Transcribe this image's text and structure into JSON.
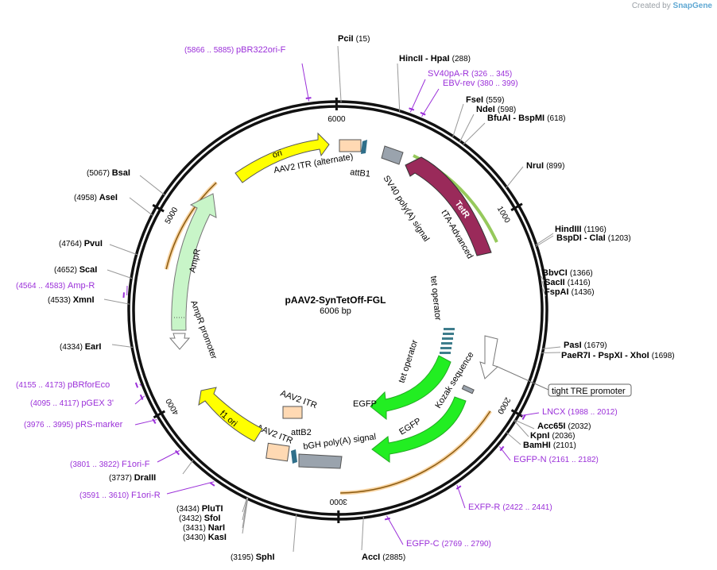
{
  "credit": {
    "prefix": "Created by",
    "brand": "SnapGene"
  },
  "plasmid": {
    "name": "pAAV2-SynTetOff-FGL",
    "size": "6006 bp",
    "length": 6006
  },
  "ticks": [
    {
      "pos": 1000,
      "label": "1000"
    },
    {
      "pos": 2000,
      "label": "2000"
    },
    {
      "pos": 3000,
      "label": "3000"
    },
    {
      "pos": 4000,
      "label": "4000"
    },
    {
      "pos": 5000,
      "label": "5000"
    },
    {
      "pos": 6000,
      "label": "6000"
    }
  ],
  "enzymes": [
    {
      "name": "PciI",
      "pos": "(15)",
      "loc": 15
    },
    {
      "name": "HincII - HpaI",
      "pos": "(288)",
      "loc": 288
    },
    {
      "name": "FseI",
      "pos": "(559)",
      "loc": 559
    },
    {
      "name": "NdeI",
      "pos": "(598)",
      "loc": 598
    },
    {
      "name": "BfuAI - BspMI",
      "pos": "(618)",
      "loc": 618
    },
    {
      "name": "NruI",
      "pos": "(899)",
      "loc": 899
    },
    {
      "name": "HindIII",
      "pos": "(1196)",
      "loc": 1196
    },
    {
      "name": "BspDI - ClaI",
      "pos": "(1203)",
      "loc": 1203
    },
    {
      "name": "BbvCI",
      "pos": "(1366)",
      "loc": 1366
    },
    {
      "name": "SacII",
      "pos": "(1416)",
      "loc": 1416
    },
    {
      "name": "FspAI",
      "pos": "(1436)",
      "loc": 1436
    },
    {
      "name": "PasI",
      "pos": "(1679)",
      "loc": 1679
    },
    {
      "name": "PaeR7I - PspXI - XhoI",
      "pos": "(1698)",
      "loc": 1698
    },
    {
      "name": "Acc65I",
      "pos": "(2032)",
      "loc": 2032
    },
    {
      "name": "KpnI",
      "pos": "(2036)",
      "loc": 2036
    },
    {
      "name": "BamHI",
      "pos": "(2101)",
      "loc": 2101
    },
    {
      "name": "AccI",
      "pos": "(2885)",
      "loc": 2885
    },
    {
      "name": "SphI",
      "pos": "(3195)",
      "loc": 3195
    },
    {
      "name": "KasI",
      "pos": "(3430)",
      "loc": 3430
    },
    {
      "name": "NarI",
      "pos": "(3431)",
      "loc": 3431
    },
    {
      "name": "SfoI",
      "pos": "(3432)",
      "loc": 3432
    },
    {
      "name": "PluTI",
      "pos": "(3434)",
      "loc": 3434
    },
    {
      "name": "DraIII",
      "pos": "(3737)",
      "loc": 3737
    },
    {
      "name": "EarI",
      "pos": "(4334)",
      "loc": 4334
    },
    {
      "name": "XmnI",
      "pos": "(4533)",
      "loc": 4533
    },
    {
      "name": "ScaI",
      "pos": "(4652)",
      "loc": 4652
    },
    {
      "name": "PvuI",
      "pos": "(4764)",
      "loc": 4764
    },
    {
      "name": "AseI",
      "pos": "(4958)",
      "loc": 4958
    },
    {
      "name": "BsaI",
      "pos": "(5067)",
      "loc": 5067
    }
  ],
  "primers": [
    {
      "name": "pBR322ori-F",
      "range": "(5866 .. 5885)",
      "loc": 5875
    },
    {
      "name": "SV40pA-R",
      "range": "(326 .. 345)",
      "loc": 335
    },
    {
      "name": "EBV-rev",
      "range": "(380 .. 399)",
      "loc": 390
    },
    {
      "name": "LNCX",
      "range": "(1988 .. 2012)",
      "loc": 2000
    },
    {
      "name": "EGFP-N",
      "range": "(2161 .. 2182)",
      "loc": 2171
    },
    {
      "name": "EXFP-R",
      "range": "(2422 .. 2441)",
      "loc": 2431
    },
    {
      "name": "EGFP-C",
      "range": "(2769 .. 2790)",
      "loc": 2780
    },
    {
      "name": "F1ori-F",
      "range": "(3801 .. 3822)",
      "loc": 3811
    },
    {
      "name": "F1ori-R",
      "range": "(3591 .. 3610)",
      "loc": 3600
    },
    {
      "name": "pRS-marker",
      "range": "(3976 .. 3995)",
      "loc": 3985
    },
    {
      "name": "pGEX 3'",
      "range": "(4095 .. 4117)",
      "loc": 4106
    },
    {
      "name": "pBRforEco",
      "range": "(4155 .. 4173)",
      "loc": 4164
    },
    {
      "name": "Amp-R",
      "range": "(4564 .. 4583)",
      "loc": 4573
    }
  ],
  "features": [
    {
      "name": "ori",
      "type": "arrow"
    },
    {
      "name": "AAV2 ITR (alternate)",
      "type": "box"
    },
    {
      "name": "attB1",
      "type": "box"
    },
    {
      "name": "SV40 poly(A) signal",
      "type": "box"
    },
    {
      "name": "TetR",
      "type": "arrow"
    },
    {
      "name": "tTA-Advanced",
      "type": "arrow"
    },
    {
      "name": "tet operator",
      "type": "box"
    },
    {
      "name": "tet operator",
      "type": "box"
    },
    {
      "name": "tight TRE promoter",
      "type": "arrow"
    },
    {
      "name": "Kozak sequence",
      "type": "box"
    },
    {
      "name": "EGFP",
      "type": "arrow"
    },
    {
      "name": "EGFP",
      "type": "arrow"
    },
    {
      "name": "bGH poly(A) signal",
      "type": "box"
    },
    {
      "name": "attB2",
      "type": "box"
    },
    {
      "name": "AAV2 ITR",
      "type": "box"
    },
    {
      "name": "AAV2 ITR",
      "type": "box"
    },
    {
      "name": "f1 ori",
      "type": "arrow"
    },
    {
      "name": "AmpR",
      "type": "arrow"
    },
    {
      "name": "AmpR promoter",
      "type": "arrow"
    }
  ],
  "colors": {
    "backbone": "#111111",
    "enzyme_text": "#111111",
    "primer": "#9b30d9",
    "ori": "#ffff00",
    "itr": "#ffd9b3",
    "attb": "#2f6f8a",
    "polyA": "#9aa3ad",
    "tetr": "#9a2a5a",
    "tta_outline": "#8bc34a",
    "tet_operator": "#3e7d8c",
    "egfp": "#22ee22",
    "ampr": "#c8f5c8",
    "orange_arc": "#f0a030"
  }
}
